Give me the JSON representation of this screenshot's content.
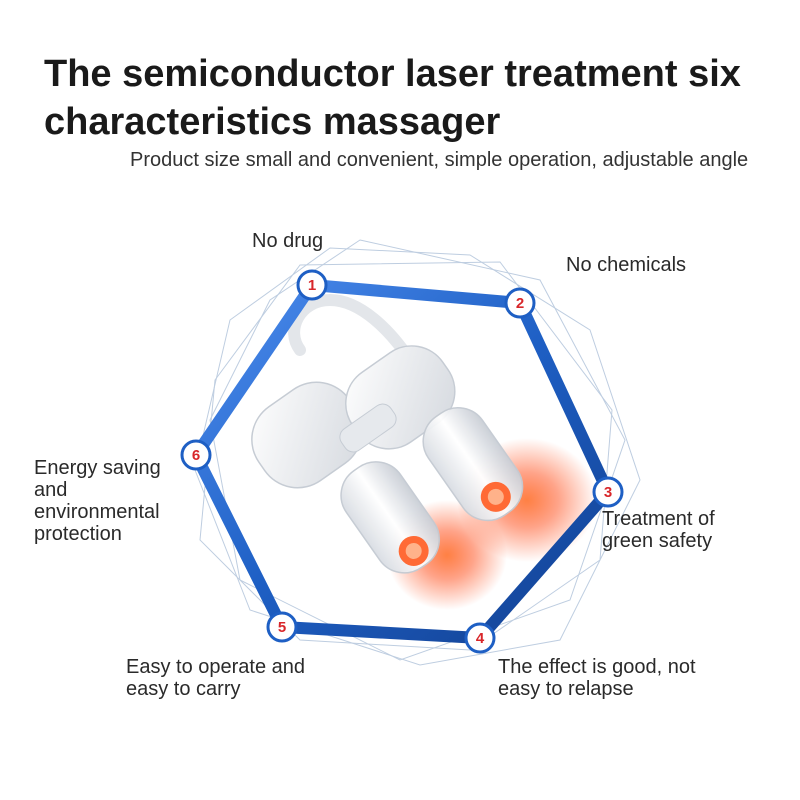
{
  "header": {
    "title": "The semiconductor laser treatment six characteristics massager",
    "subtitle": "Product size small and convenient, simple operation, adjustable angle"
  },
  "features": [
    {
      "number": "1",
      "label": "No drug"
    },
    {
      "number": "2",
      "label": "No chemicals"
    },
    {
      "number": "3",
      "label": "Treatment of green safety"
    },
    {
      "number": "4",
      "label": "The effect is good, not easy to relapse"
    },
    {
      "number": "5",
      "label": "Easy to operate and easy to carry"
    },
    {
      "number": "6",
      "label": "Energy saving and environmental protection"
    }
  ],
  "colors": {
    "hexagon_blue": "#1e5fc4",
    "badge_red": "#d8262a",
    "laser_glow": "#ff5a2a"
  },
  "icons": [
    "hexagon-frame",
    "laser-massager-device"
  ]
}
